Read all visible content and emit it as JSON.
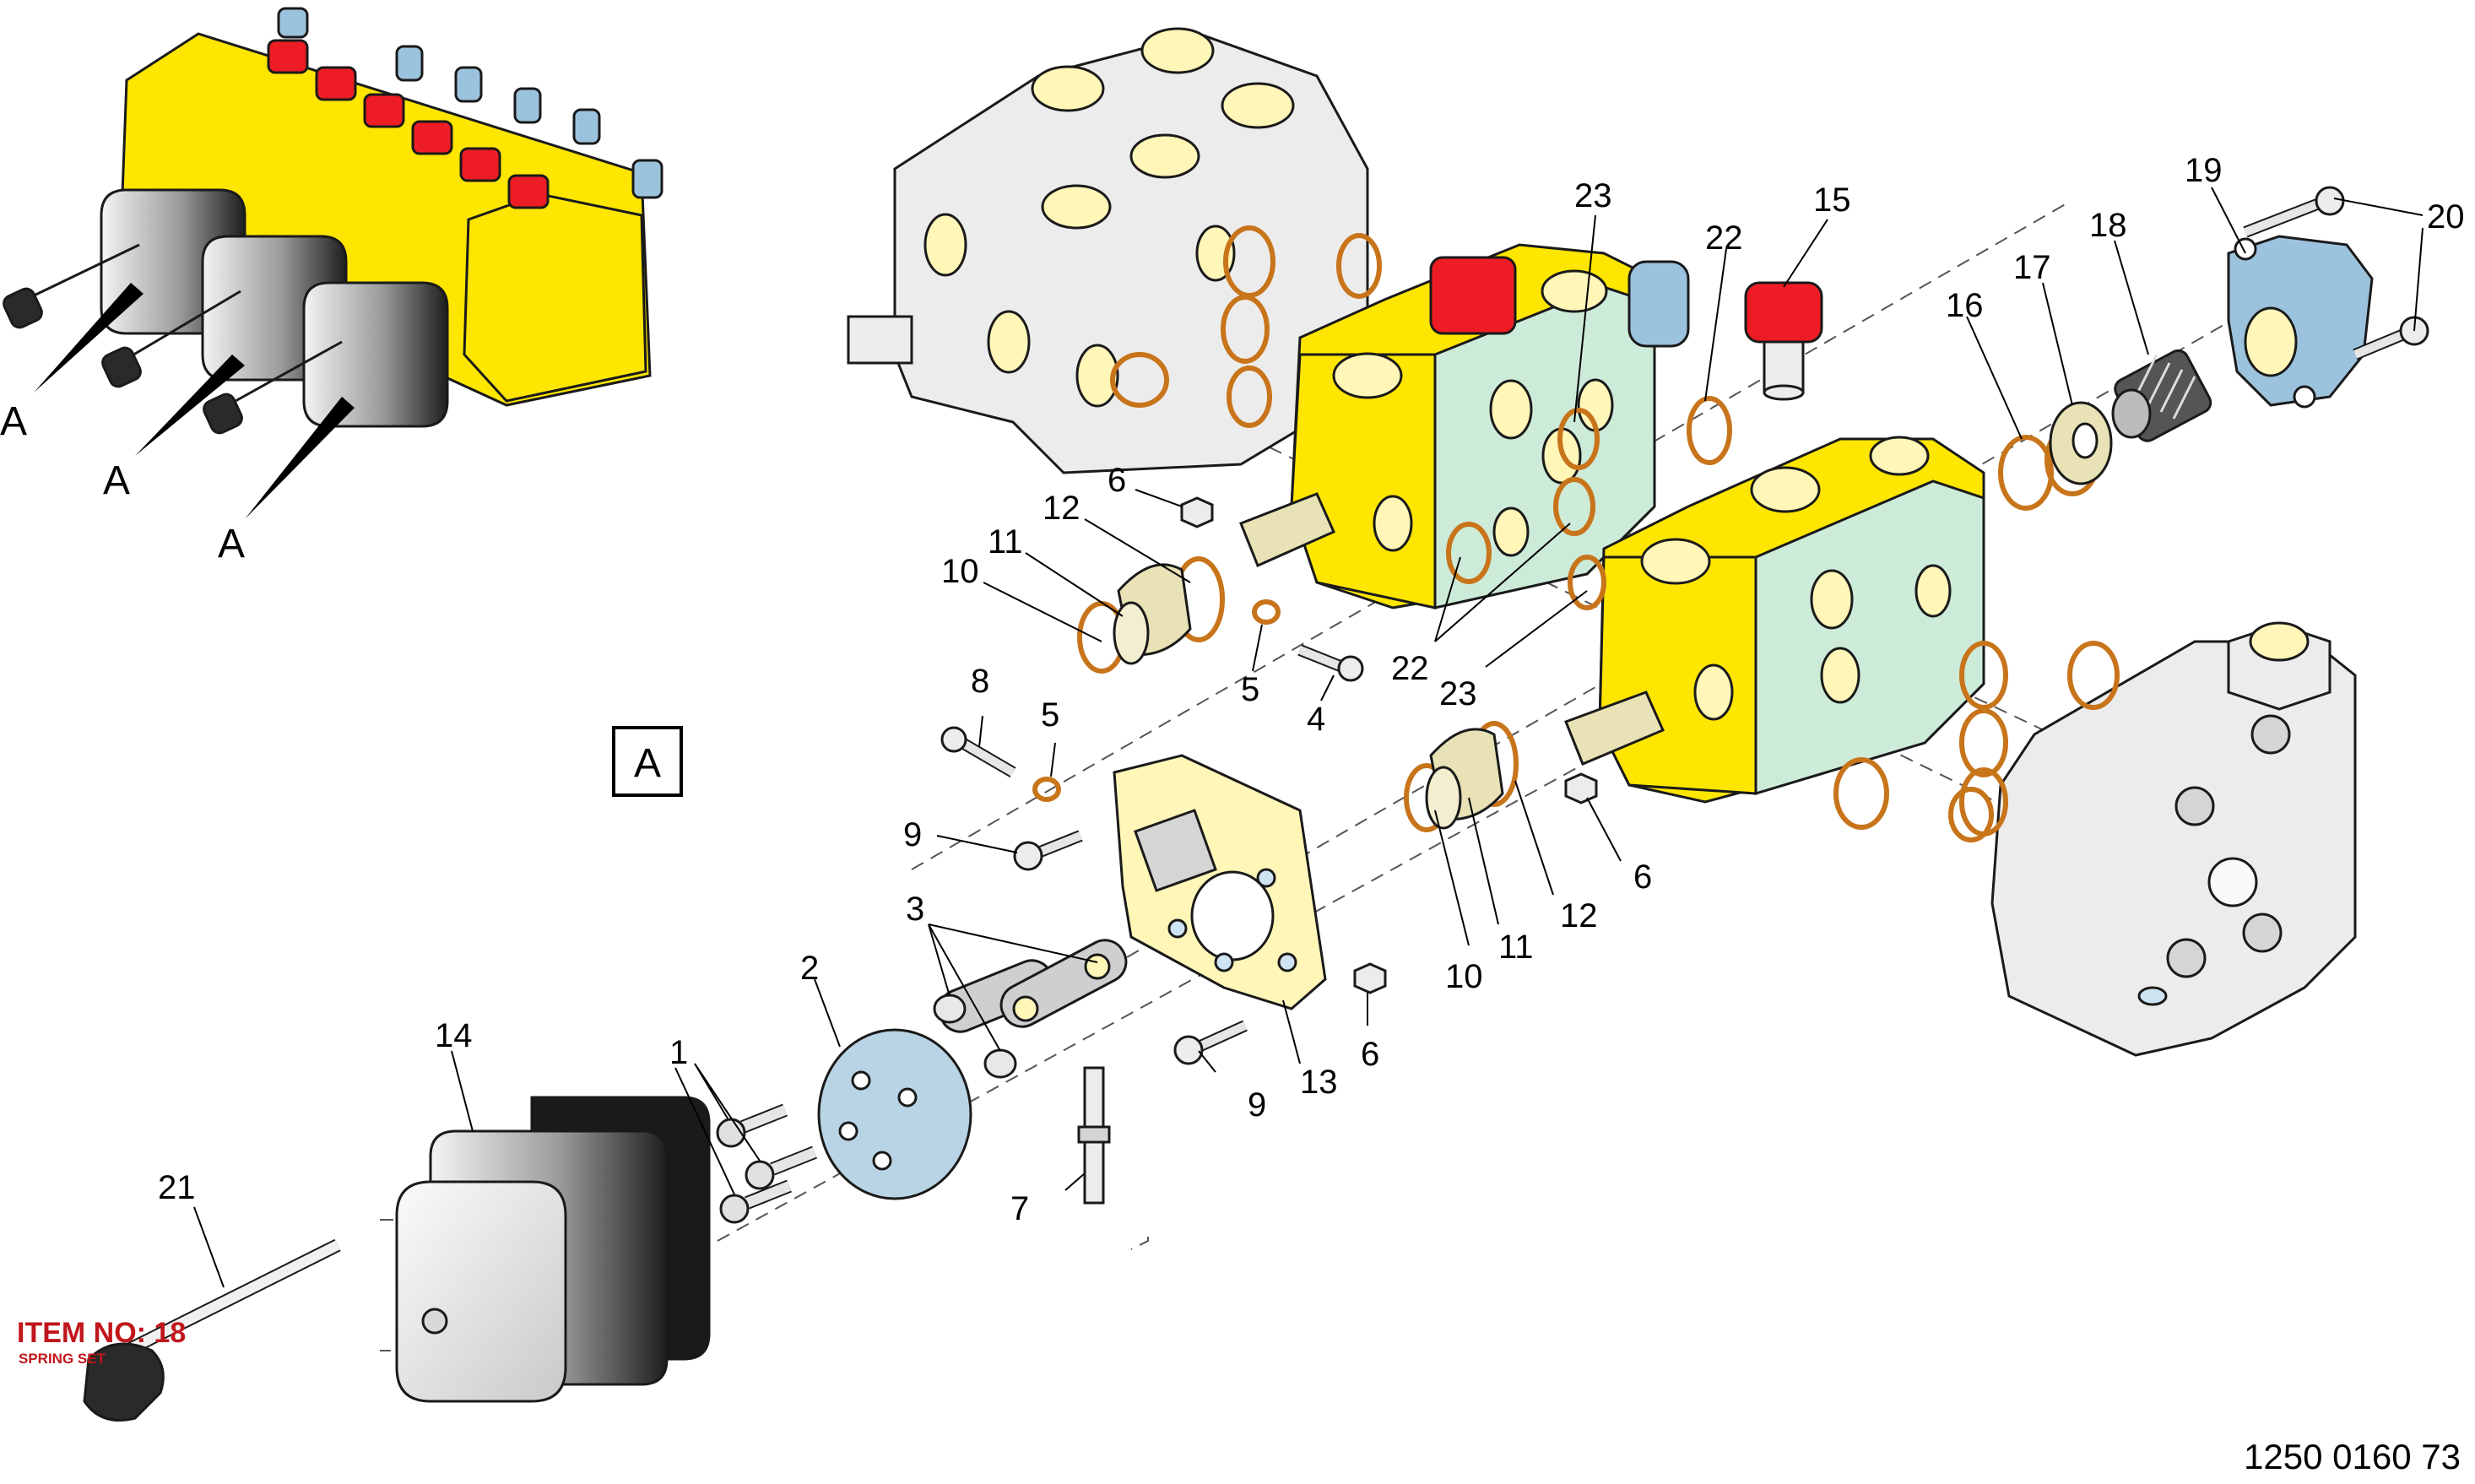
{
  "detail_view": {
    "letter": "A",
    "pointer_labels": [
      "A",
      "A",
      "A"
    ]
  },
  "callouts": [
    {
      "id": "c1",
      "text": "1"
    },
    {
      "id": "c2",
      "text": "2"
    },
    {
      "id": "c3",
      "text": "3"
    },
    {
      "id": "c4",
      "text": "4"
    },
    {
      "id": "c5a",
      "text": "5"
    },
    {
      "id": "c5b",
      "text": "5"
    },
    {
      "id": "c6a",
      "text": "6"
    },
    {
      "id": "c6b",
      "text": "6"
    },
    {
      "id": "c6c",
      "text": "6"
    },
    {
      "id": "c7",
      "text": "7"
    },
    {
      "id": "c8",
      "text": "8"
    },
    {
      "id": "c9a",
      "text": "9"
    },
    {
      "id": "c9b",
      "text": "9"
    },
    {
      "id": "c10a",
      "text": "10"
    },
    {
      "id": "c10b",
      "text": "10"
    },
    {
      "id": "c11a",
      "text": "11"
    },
    {
      "id": "c11b",
      "text": "11"
    },
    {
      "id": "c12a",
      "text": "12"
    },
    {
      "id": "c12b",
      "text": "12"
    },
    {
      "id": "c13",
      "text": "13"
    },
    {
      "id": "c14",
      "text": "14"
    },
    {
      "id": "c15",
      "text": "15"
    },
    {
      "id": "c16",
      "text": "16"
    },
    {
      "id": "c17",
      "text": "17"
    },
    {
      "id": "c18",
      "text": "18"
    },
    {
      "id": "c19",
      "text": "19"
    },
    {
      "id": "c20",
      "text": "20"
    },
    {
      "id": "c21",
      "text": "21"
    },
    {
      "id": "c22a",
      "text": "22"
    },
    {
      "id": "c22b",
      "text": "22"
    },
    {
      "id": "c23a",
      "text": "23"
    },
    {
      "id": "c23b",
      "text": "23"
    }
  ],
  "stamp": {
    "line1": "ITEM NO: 18",
    "line2": "SPRING SET"
  },
  "drawing_number": "1250 0160 73",
  "colors": {
    "housing_yellow": "#ffe600",
    "housing_green": "#cdebd9",
    "housing_grey": "#ececec",
    "cap_red": "#ee1c24",
    "cap_blue": "#9cc3dd",
    "oring_orange": "#c8741a",
    "bellows_dark": "#2a2a2a",
    "stamp_red": "#c0161b"
  }
}
